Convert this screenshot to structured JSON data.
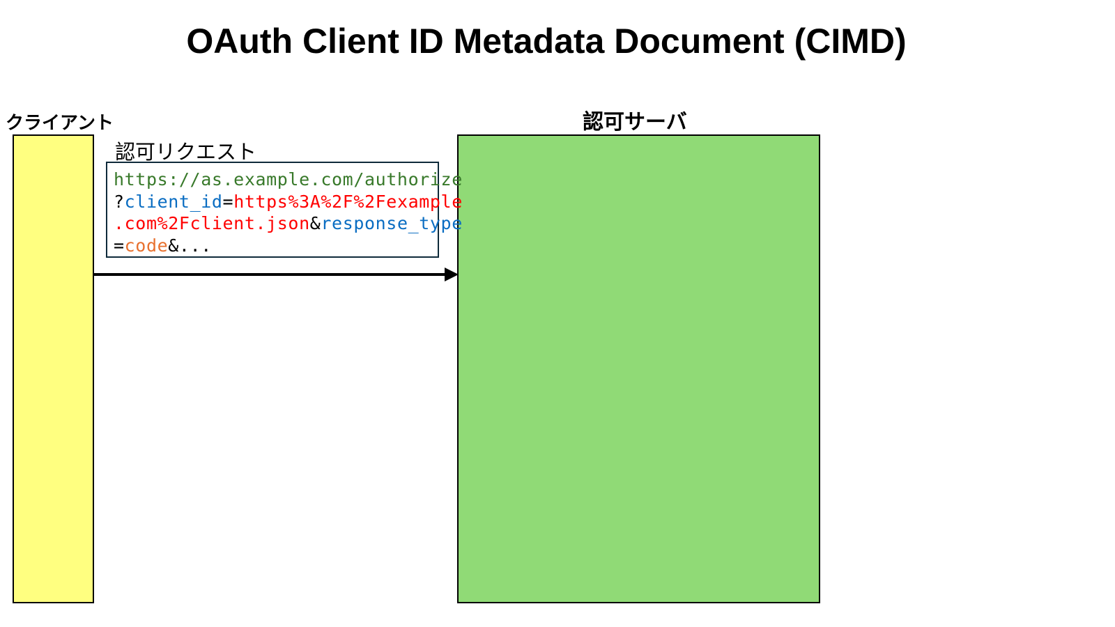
{
  "title": "OAuth Client ID Metadata Document (CIMD)",
  "client": {
    "label": "クライアント",
    "color": "#FFFF80"
  },
  "server": {
    "label": "認可サーバ",
    "color": "#90DA76"
  },
  "request": {
    "label": "認可リクエスト",
    "lines": [
      [
        {
          "text": "https://as.example.com/authorize",
          "color": "#38792a"
        }
      ],
      [
        {
          "text": "?",
          "color": "#000000"
        },
        {
          "text": "client_id",
          "color": "#0a6dc2"
        },
        {
          "text": "=",
          "color": "#000000"
        },
        {
          "text": "https%3A%2F%2Fexample",
          "color": "#ff0000"
        }
      ],
      [
        {
          "text": ".com%2Fclient.json",
          "color": "#ff0000"
        },
        {
          "text": "&",
          "color": "#000000"
        },
        {
          "text": "response_type",
          "color": "#0a6dc2"
        }
      ],
      [
        {
          "text": "=",
          "color": "#000000"
        },
        {
          "text": "code",
          "color": "#e8712f"
        },
        {
          "text": "&...",
          "color": "#000000"
        }
      ]
    ]
  }
}
